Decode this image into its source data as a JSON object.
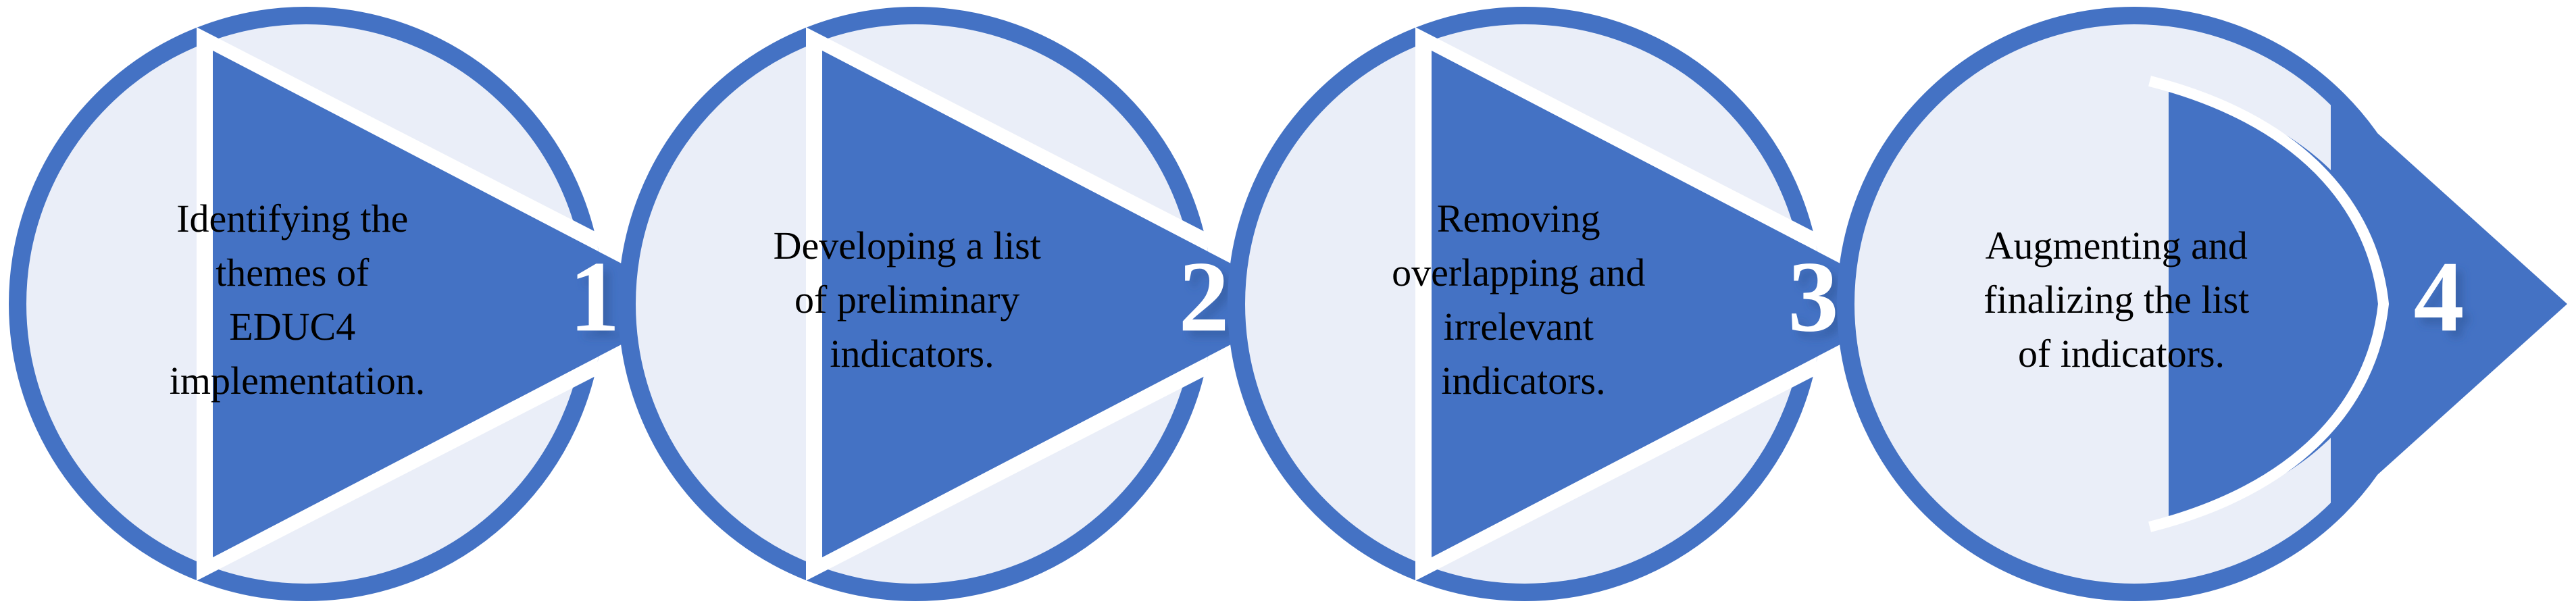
{
  "diagram": {
    "type": "chevron-process-flow",
    "title": "",
    "orientation": "horizontal",
    "background_color": "#ffffff",
    "colors": {
      "accent": "#4472C4",
      "circle_fill": "#eaeef8",
      "ring_stroke": "#4472C4",
      "number_color": "#ffffff",
      "text_color": "#000000",
      "gap_color": "#ffffff"
    },
    "steps": [
      {
        "number": "1",
        "lines": [
          "Identifying the",
          "themes of",
          "EDUC4",
          "implementation."
        ],
        "text": "Identifying the themes of EDUC4 implementation."
      },
      {
        "number": "2",
        "lines": [
          "Developing a list",
          "of preliminary",
          "indicators."
        ],
        "text": "Developing a list of preliminary indicators."
      },
      {
        "number": "3",
        "lines": [
          "Removing",
          "overlapping and",
          "irrelevant",
          "indicators."
        ],
        "text": "Removing overlapping and irrelevant indicators."
      },
      {
        "number": "4",
        "lines": [
          "Augmenting and",
          "finalizing the list",
          "of indicators."
        ],
        "text": "Augmenting and finalizing the list of indicators."
      }
    ]
  }
}
